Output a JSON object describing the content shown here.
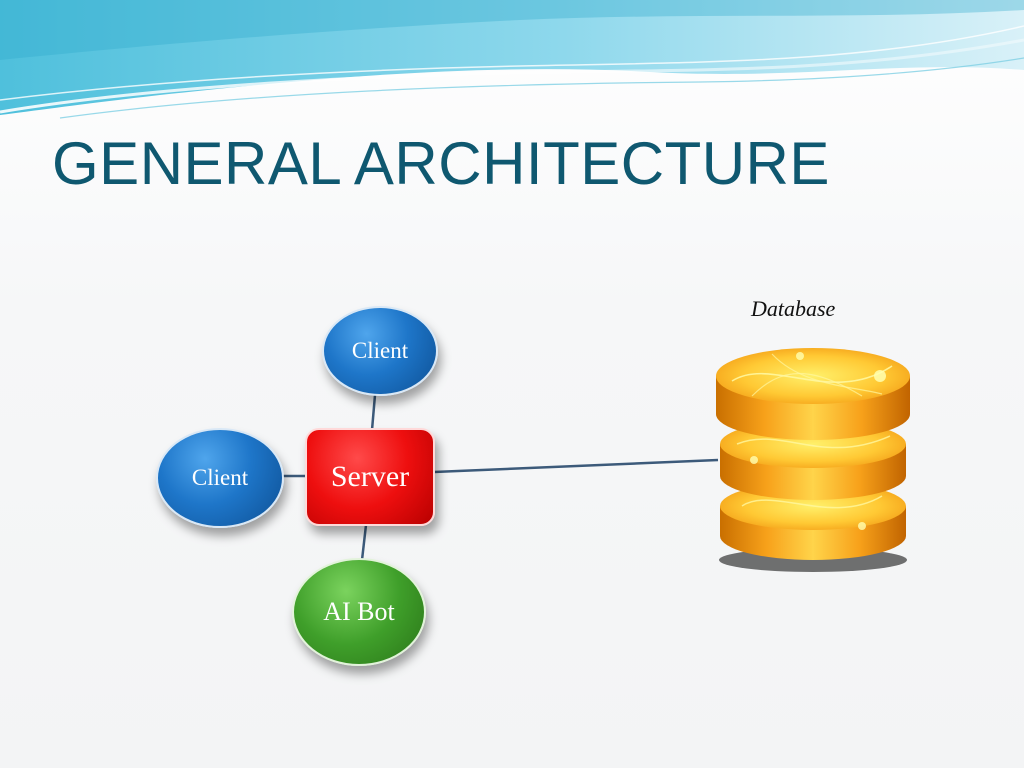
{
  "slide": {
    "title": "GENERAL ARCHITECTURE"
  },
  "diagram": {
    "nodes": {
      "client_top": "Client",
      "client_left": "Client",
      "server": "Server",
      "ai_bot": "AI Bot",
      "database": "Database"
    },
    "links": [
      [
        "Server",
        "Client"
      ],
      [
        "Server",
        "Client"
      ],
      [
        "Server",
        "AI Bot"
      ],
      [
        "Server",
        "Database"
      ]
    ],
    "colors": {
      "title": "#0f5870",
      "client": "#1e76c9",
      "server": "#ee0f0f",
      "ai_bot": "#3f9f2a",
      "database": "#f2a51a",
      "link": "#3c5a7a"
    }
  }
}
